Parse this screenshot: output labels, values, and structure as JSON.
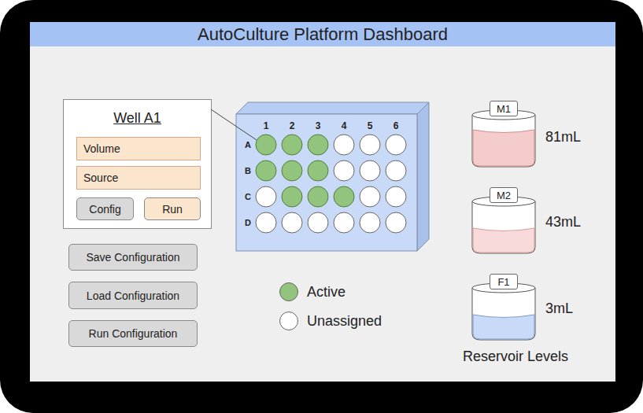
{
  "diagram": {
    "title": "AutoCulture Platform Dashboard",
    "nodes": [
      {
        "text": [
          "Well A1"
        ]
      },
      {
        "text": [
          "Volume"
        ],
        "in": 0
      },
      {
        "text": [
          "Source"
        ],
        "in": 0
      },
      {
        "text": [
          "Config"
        ],
        "in": 0
      },
      {
        "text": [
          "Run"
        ],
        "in": 0
      },
      {
        "text": [
          "Save Configuration"
        ]
      },
      {
        "text": [
          "Load Configuration"
        ]
      },
      {
        "text": [
          "Run Configuration"
        ]
      },
      {
        "text": [
          "M1"
        ]
      },
      {
        "text": [
          "M2"
        ]
      },
      {
        "text": [
          "F1"
        ]
      }
    ],
    "labels": [
      "1",
      "2",
      "3",
      "4",
      "5",
      "6",
      "A",
      "B",
      "C",
      "D",
      "81mL",
      "43mL",
      "3mL",
      "Reservoir Levels"
    ],
    "legend": [
      {
        "text": "Active",
        "color": "#93c47d"
      },
      {
        "text": "Unassigned",
        "color": "#ffffff"
      }
    ]
  }
}
